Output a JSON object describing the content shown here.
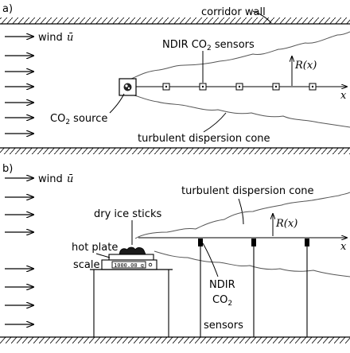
{
  "panel_a": {
    "label": "a)",
    "corridor_wall": "corridor wall",
    "wind_word": "wind",
    "wind_symbol": "ū",
    "sensors_label_pre": "NDIR CO",
    "sensors_label_sub": "2",
    "sensors_label_post": " sensors",
    "radius": "R(x)",
    "axis_x": "x",
    "source_pre": "CO",
    "source_sub": "2",
    "source_post": " source",
    "cone": "turbulent dispersion cone"
  },
  "panel_b": {
    "label": "b)",
    "wind_word": "wind",
    "wind_symbol": "ū",
    "cone": "turbulent dispersion cone",
    "dry_ice": "dry ice sticks",
    "hot_plate": "hot plate",
    "scale": "scale",
    "scale_display": "1000.00 g",
    "radius": "R(x)",
    "axis_x": "x",
    "ndir_line1": "NDIR",
    "ndir_line2_pre": "CO",
    "ndir_line2_sub": "2",
    "ndir_line3": "sensors"
  },
  "colors": {
    "ink": "#000000",
    "cone": "#555555"
  },
  "icons": {
    "wind_arrow": "right-arrow-icon",
    "source": "co2-source-icon",
    "sensor": "sensor-square-icon"
  }
}
